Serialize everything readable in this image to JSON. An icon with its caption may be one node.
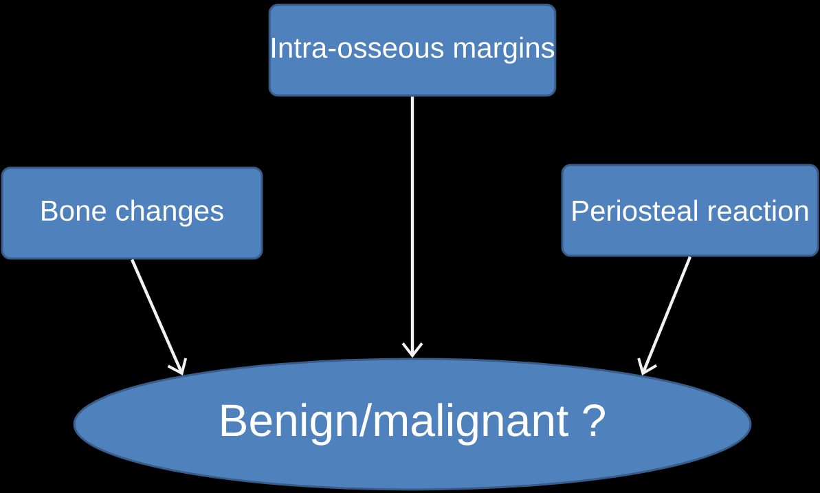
{
  "diagram": {
    "nodes": [
      {
        "text": [
          "Intra-osseous margins"
        ]
      },
      {
        "text": [
          "Bone changes"
        ]
      },
      {
        "text": [
          "Periosteal reaction"
        ]
      },
      {
        "text": [
          "Benign/malignant ?"
        ]
      }
    ],
    "edges": [
      {
        "from": 1,
        "to": 3,
        "arrow": "to"
      },
      {
        "from": 0,
        "to": 3,
        "arrow": "to"
      },
      {
        "from": 2,
        "to": 3,
        "arrow": "to"
      }
    ]
  }
}
